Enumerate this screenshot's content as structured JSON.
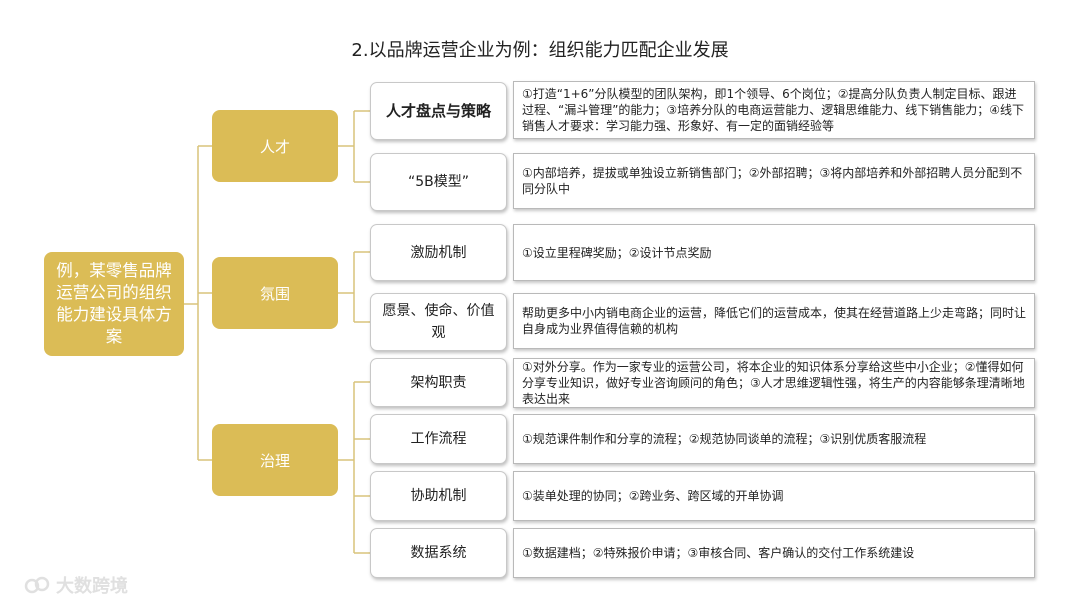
{
  "title": "2.以品牌运营企业为例：组织能力匹配企业发展",
  "root": {
    "label": "例，某零售品牌运营公司的组织能力建设具体方案"
  },
  "categories": [
    {
      "label": "人才"
    },
    {
      "label": "氛围"
    },
    {
      "label": "治理"
    }
  ],
  "items": [
    {
      "label": "人才盘点与策略",
      "desc": "①打造“1+6”分队模型的团队架构，即1个领导、6个岗位；②提高分队负责人制定目标、跟进过程、“漏斗管理”的能力；③培养分队的电商运营能力、逻辑思维能力、线下销售能力；④线下销售人才要求：学习能力强、形象好、有一定的面销经验等"
    },
    {
      "label": "“5B模型”",
      "desc": "①内部培养，提拔或单独设立新销售部门；②外部招聘；③将内部培养和外部招聘人员分配到不同分队中"
    },
    {
      "label": "激励机制",
      "desc": "①设立里程碑奖励；②设计节点奖励"
    },
    {
      "label": "愿景、使命、价值观",
      "desc": "帮助更多中小内销电商企业的运营，降低它们的运营成本，使其在经营道路上少走弯路；同时让自身成为业界值得信赖的机构"
    },
    {
      "label": "架构职责",
      "desc": "①对外分享。作为一家专业的运营公司，将本企业的知识体系分享给这些中小企业；②懂得如何分享专业知识，做好专业咨询顾问的角色；③人才思维逻辑性强，将生产的内容能够条理清晰地表达出来"
    },
    {
      "label": "工作流程",
      "desc": "①规范课件制作和分享的流程；②规范协同谈单的流程；③识别优质客服流程"
    },
    {
      "label": "协助机制",
      "desc": "①装单处理的协同；②跨业务、跨区域的开单协调"
    },
    {
      "label": "数据系统",
      "desc": "①数据建档；②特殊报价申请；③审核合同、客户确认的交付工作系统建设"
    }
  ],
  "watermark": {
    "text": "大数跨境"
  },
  "colors": {
    "accent": "#dbbc56",
    "line": "#d9c37a"
  }
}
